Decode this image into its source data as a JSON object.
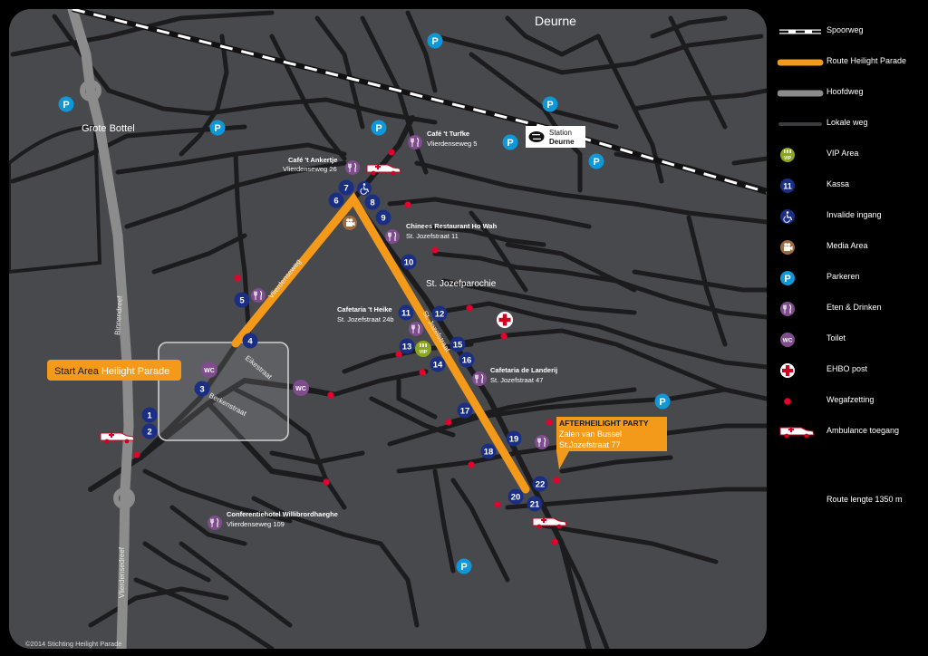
{
  "places": {
    "deurne": "Deurne",
    "grote_bottel": "Grote Bottel",
    "jozefparochie": "St. Jozefparochie"
  },
  "station": {
    "line1": "Station",
    "line2": "Deurne"
  },
  "poi": {
    "ankertje_name": "Café 't Ankertje",
    "ankertje_addr": "Vlierdenseweg 26",
    "turfke_name": "Café 't Turfke",
    "turfke_addr": "Vlierdenseweg 5",
    "howah_name": "Chinees Restaurant Ho Wah",
    "howah_addr": "St. Jozefstraat 11",
    "heike_name": "Cafetaria 't Heike",
    "heike_addr": "St. Jozefstraat 24b",
    "landerij_name": "Cafetaria de Landerij",
    "landerij_addr": "St. Jozefstraat 47",
    "willi_name": "Conferentiehotel Willibrordhaeghe",
    "willi_addr": "Vlierdenseweg 109"
  },
  "streets": {
    "vlierdenseweg": "Vlierdenseweg",
    "jozefstraat": "St. Jozefstraat",
    "binnendreef": "Binnendreef",
    "vlierdensedreef": "Vlierdensedreef",
    "eikestraat": "Eikestraat",
    "berkenstraat": "Berkenstraat"
  },
  "start_area": {
    "part1": "Start Area",
    "part2": " Heilight Parade"
  },
  "afterparty": {
    "title": "AFTERHEILIGHT PARTY",
    "line1": "Zalen van Bussel",
    "line2": "St.Jozefstraat 77"
  },
  "symbols": {
    "parking": "P",
    "wc": "WC",
    "vip": "VIP"
  },
  "kassa": [
    "1",
    "2",
    "3",
    "4",
    "5",
    "6",
    "7",
    "8",
    "9",
    "10",
    "11",
    "12",
    "13",
    "14",
    "15",
    "16",
    "17",
    "18",
    "19",
    "20",
    "21",
    "22"
  ],
  "legend": [
    {
      "key": "spoorweg",
      "label": "Spoorweg"
    },
    {
      "key": "route",
      "label": "Route Heilight Parade"
    },
    {
      "key": "hoofdweg",
      "label": "Hoofdweg"
    },
    {
      "key": "lokaleweg",
      "label": "Lokale weg"
    },
    {
      "key": "vip",
      "label": "VIP Area"
    },
    {
      "key": "kassa",
      "label": "Kassa",
      "symbol_text": "11"
    },
    {
      "key": "invalide",
      "label": "Invalide ingang"
    },
    {
      "key": "media",
      "label": "Media Area"
    },
    {
      "key": "parkeren",
      "label": "Parkeren"
    },
    {
      "key": "eten",
      "label": "Eten & Drinken"
    },
    {
      "key": "toilet",
      "label": "Toilet"
    },
    {
      "key": "ehbo",
      "label": "EHBO post"
    },
    {
      "key": "wegafzetting",
      "label": "Wegafzetting"
    },
    {
      "key": "ambulance",
      "label": "Ambulance toegang"
    }
  ],
  "route_length": "Route lengte 1350 m",
  "copyright": "©2014 Stichting Heilight Parade",
  "colors": {
    "map_bg": "#48494d",
    "road": "#1c1c1e",
    "main_road": "#8c8c8c",
    "route": "#f39a1a",
    "kassa": "#1a2e83",
    "parking": "#0f97d7",
    "food": "#7f4c8d",
    "vip": "#8aa51e",
    "media": "#9b6a3d",
    "roadblock": "#e5002d",
    "ehbo": "#d4001f"
  }
}
